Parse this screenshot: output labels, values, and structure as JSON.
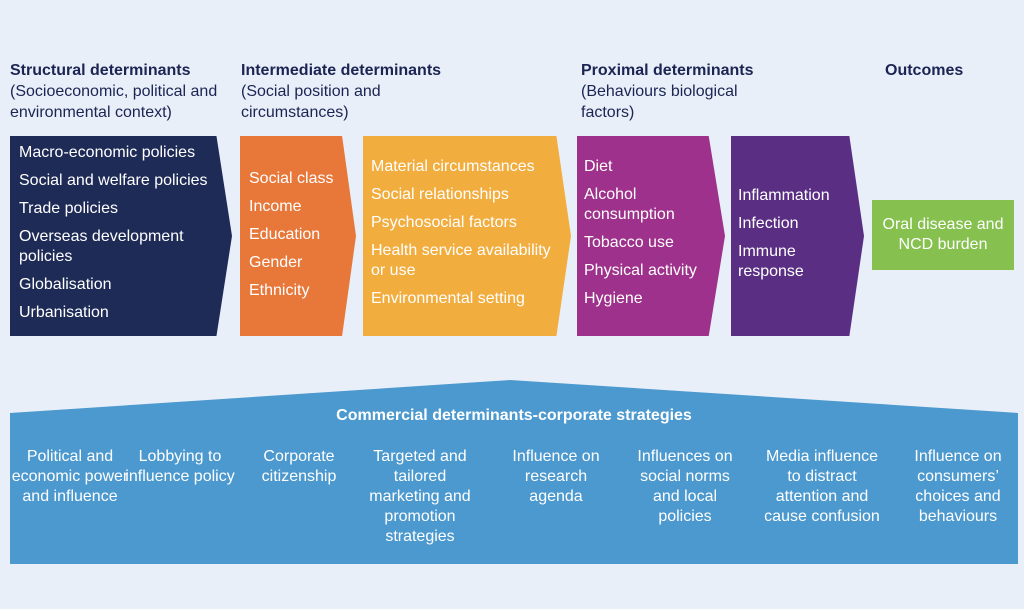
{
  "headers": {
    "structural": {
      "title": "Structural determinants",
      "subtitle": "(Socioeconomic, political and environmental context)"
    },
    "intermediate": {
      "title": "Intermediate determinants",
      "subtitle": "(Social position and circumstances)"
    },
    "proximal": {
      "title": "Proximal determinants",
      "subtitle": "(Behaviours biological factors)"
    },
    "outcomes": {
      "title": "Outcomes"
    }
  },
  "boxes": {
    "structural": [
      "Macro-economic policies",
      "Social and welfare policies",
      "Trade policies",
      "Overseas development policies",
      "Globalisation",
      "Urbanisation"
    ],
    "social": [
      "Social class",
      "Income",
      "Education",
      "Gender",
      "Ethnicity"
    ],
    "material": [
      "Material circumstances",
      "Social relationships",
      "Psychosocial factors",
      "Health service availability or use",
      "Environmental setting"
    ],
    "proximal": [
      "Diet",
      "Alcohol consumption",
      "Tobacco use",
      "Physical activity",
      "Hygiene"
    ],
    "biological": [
      "Inflammation",
      "Infection",
      "Immune response"
    ],
    "outcome": "Oral disease and NCD burden"
  },
  "commercial": {
    "title": "Commercial determinants-corporate strategies",
    "items": [
      "Political and economic power and influence",
      "Lobbying to influence policy",
      "Corporate citizenship",
      "Targeted and tailored marketing and promotion strategies",
      "Influence on research agenda",
      "Influences on social norms and local policies",
      "Media influence to distract attention and cause confusion",
      "Influence on consumers’ choices and behaviours"
    ]
  },
  "colors": {
    "background": "#e8eff8",
    "heading": "#1b2453",
    "structural": "#1e2b57",
    "social": "#e8773a",
    "material": "#f2ad3f",
    "proximal": "#9e318b",
    "biological": "#5a2f83",
    "outcome": "#86c14f",
    "commercial": "#4c99cf"
  }
}
